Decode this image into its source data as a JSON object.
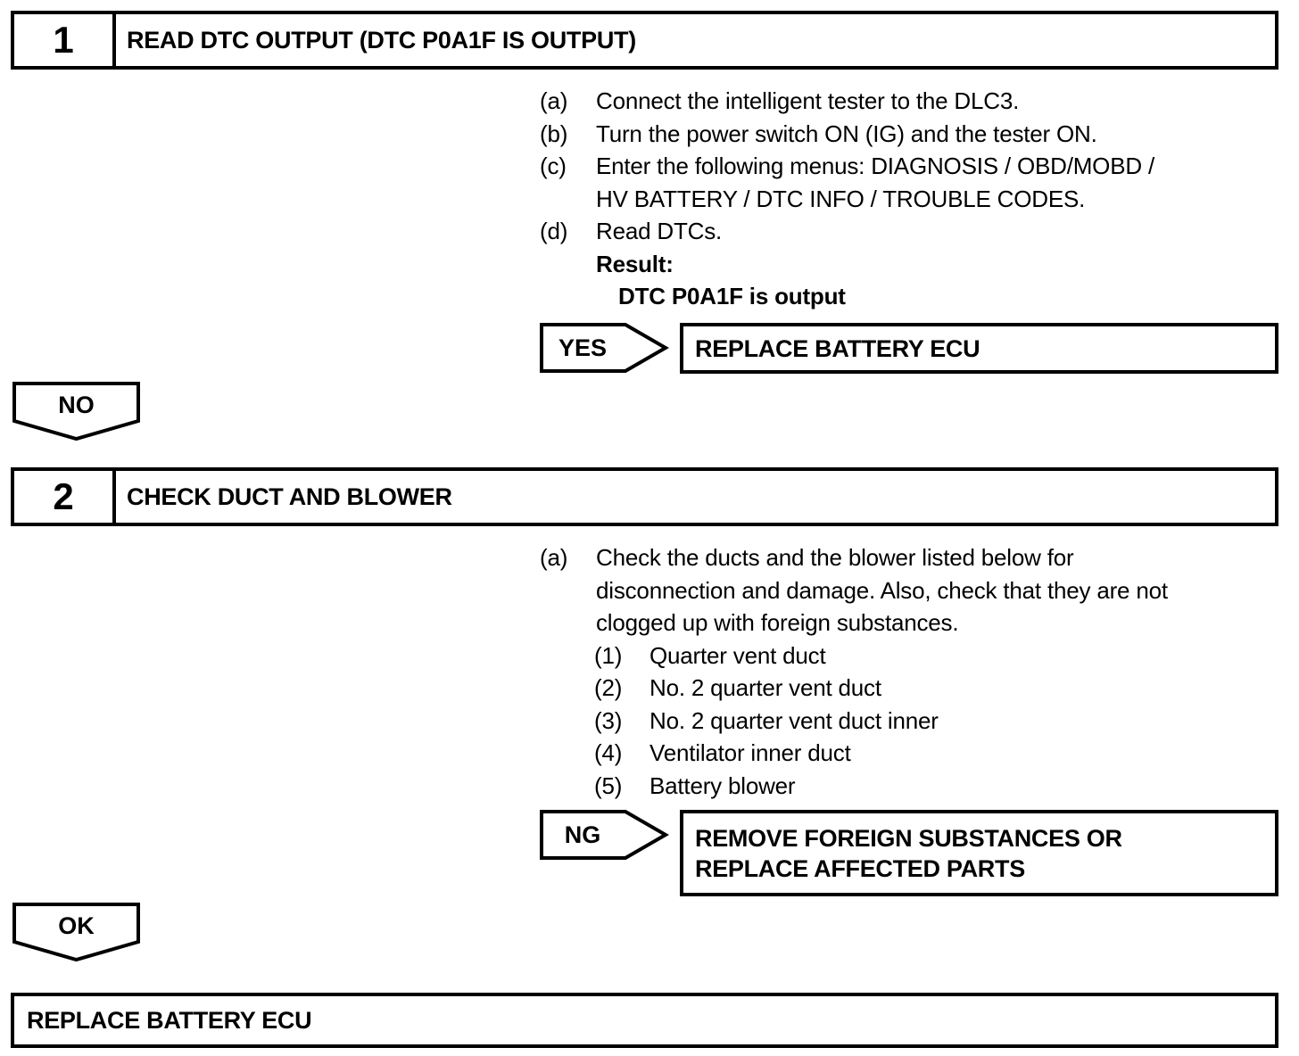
{
  "flowchart": {
    "colors": {
      "line": "#000000",
      "background": "#ffffff"
    },
    "step1": {
      "number": "1",
      "title": "READ DTC OUTPUT (DTC P0A1F IS OUTPUT)",
      "rows": [
        {
          "label": "(a)",
          "text": "Connect the intelligent tester to the DLC3."
        },
        {
          "label": "(b)",
          "text": "Turn the power switch ON (IG) and the tester ON."
        },
        {
          "label": "(c)",
          "text": "Enter the following menus: DIAGNOSIS / OBD/MOBD /"
        },
        {
          "label": "",
          "text": "HV BATTERY / DTC INFO / TROUBLE CODES."
        },
        {
          "label": "(d)",
          "text": "Read DTCs."
        },
        {
          "label": "",
          "text": "Result:"
        },
        {
          "label": "",
          "text": "DTC P0A1F is output"
        }
      ],
      "yes_label": "YES",
      "yes_action": "REPLACE BATTERY ECU",
      "no_label": "NO"
    },
    "step2": {
      "number": "2",
      "title": "CHECK DUCT AND BLOWER",
      "rows": [
        {
          "label": "(a)",
          "text": "Check the ducts and the blower listed below for"
        },
        {
          "label": "",
          "text": "disconnection and damage. Also, check that they are not"
        },
        {
          "label": "",
          "text": "clogged up with foreign substances."
        },
        {
          "label": "(1)",
          "text": "Quarter vent duct"
        },
        {
          "label": "(2)",
          "text": "No. 2 quarter vent duct"
        },
        {
          "label": "(3)",
          "text": "No. 2 quarter vent duct inner"
        },
        {
          "label": "(4)",
          "text": "Ventilator inner duct"
        },
        {
          "label": "(5)",
          "text": "Battery blower"
        }
      ],
      "ng_label": "NG",
      "ng_action_lines": [
        "REMOVE FOREIGN SUBSTANCES OR",
        "REPLACE AFFECTED PARTS"
      ],
      "ok_label": "OK"
    },
    "final_action": "REPLACE BATTERY ECU"
  }
}
